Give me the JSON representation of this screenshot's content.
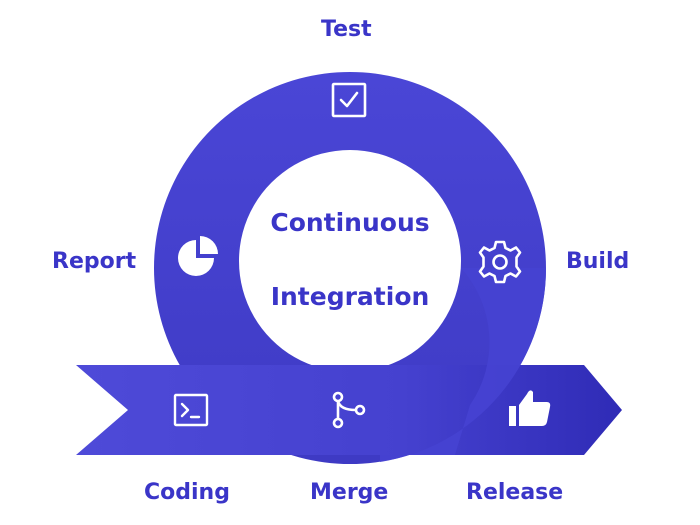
{
  "center": {
    "line1": "Continuous",
    "line2": "Integration"
  },
  "stages": {
    "test": "Test",
    "build": "Build",
    "report": "Report",
    "coding": "Coding",
    "merge": "Merge",
    "release": "Release"
  },
  "icons": {
    "test": "checkbox-icon",
    "build": "gear-icon",
    "report": "pie-chart-icon",
    "coding": "terminal-icon",
    "merge": "git-merge-icon",
    "release": "thumbs-up-icon"
  },
  "colors": {
    "ring": "#4b47d6",
    "ring_shadow": "#3b37c0",
    "arrow": "#4844d3",
    "arrow_dark": "#2f2bb6",
    "label": "#3a35c8",
    "icon": "#ffffff"
  }
}
